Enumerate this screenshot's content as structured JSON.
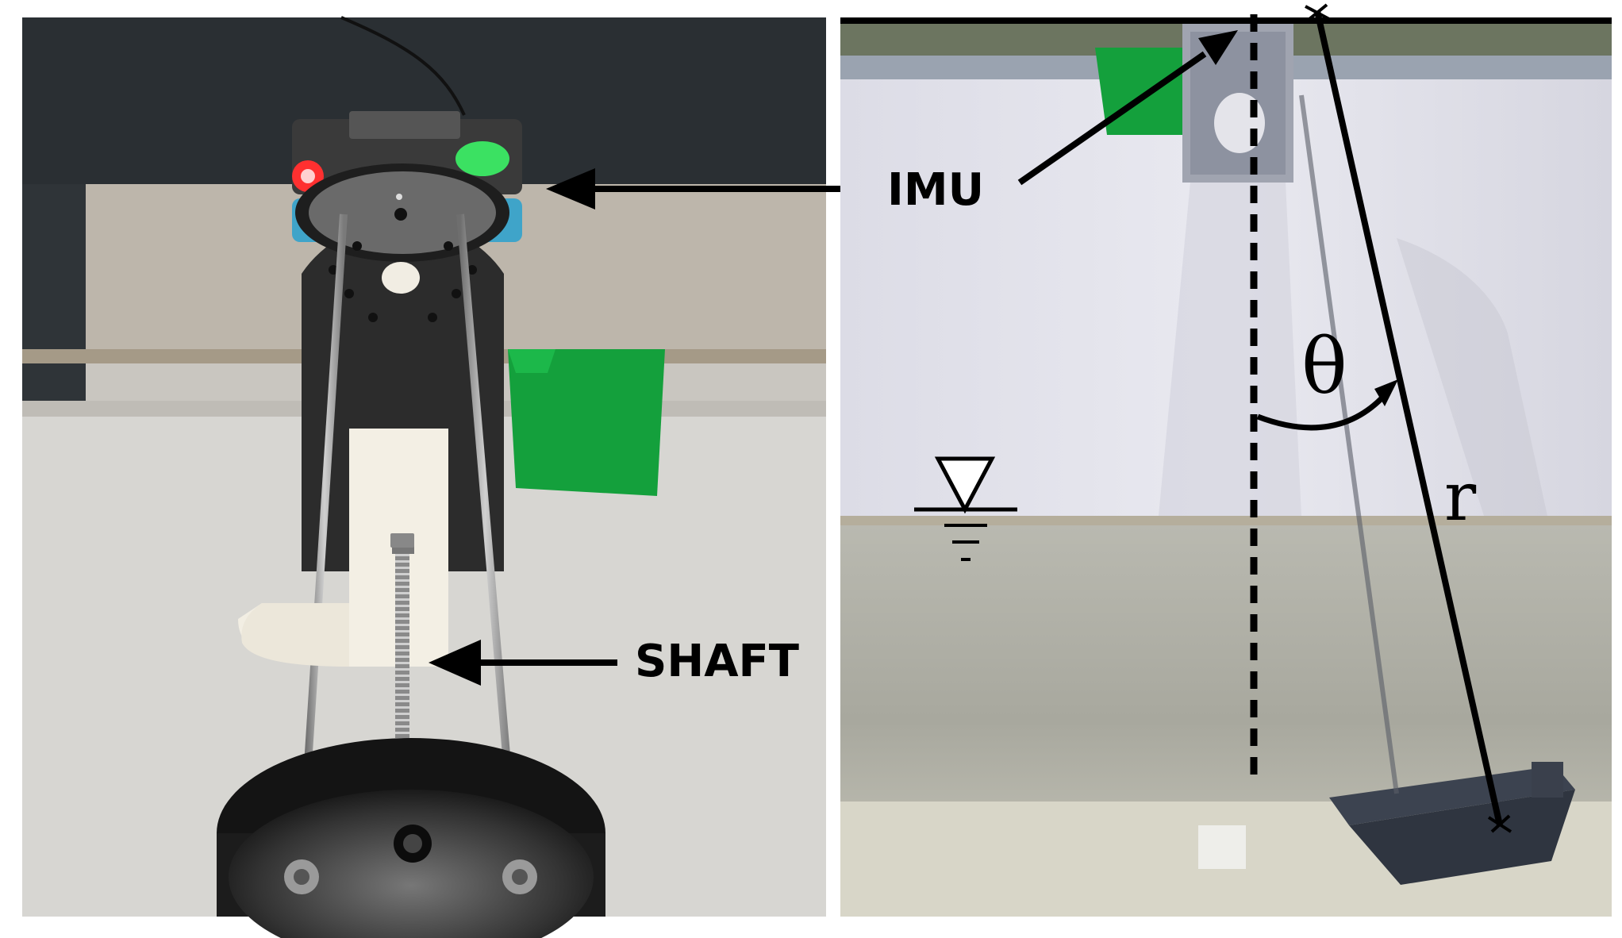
{
  "labels": {
    "imu": "IMU",
    "shaft": "SHAFT",
    "theta": "θ",
    "r": "r"
  },
  "colors": {
    "arrow": "#000000",
    "background": "#ffffff",
    "green_tape": "#14a03c"
  }
}
